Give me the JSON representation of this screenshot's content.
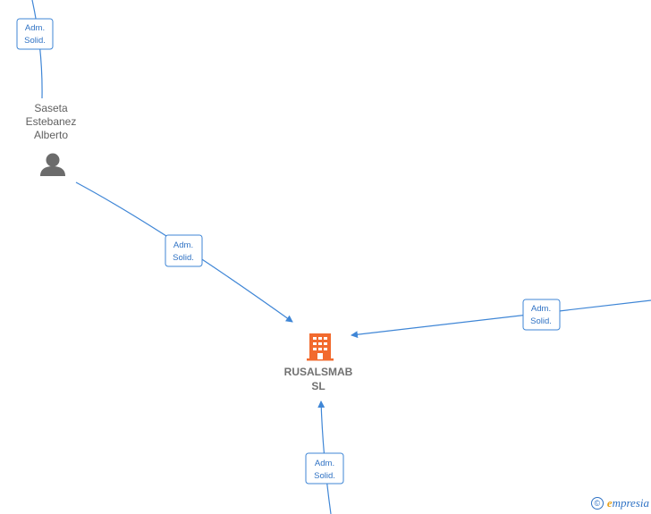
{
  "nodes": {
    "person": {
      "name_lines": [
        "Saseta",
        "Estebanez",
        "Alberto"
      ],
      "icon": "person-icon",
      "color": "#6b6b6b"
    },
    "company": {
      "name_lines": [
        "RUSALSMAB",
        "SL"
      ],
      "icon": "building-icon",
      "color": "#f26a2e"
    }
  },
  "edges": [
    {
      "id": "edge-top-to-person",
      "label": [
        "Adm.",
        "Solid."
      ]
    },
    {
      "id": "edge-person-to-company",
      "label": [
        "Adm.",
        "Solid."
      ]
    },
    {
      "id": "edge-right-to-company",
      "label": [
        "Adm.",
        "Solid."
      ]
    },
    {
      "id": "edge-bottom-to-company",
      "label": [
        "Adm.",
        "Solid."
      ]
    }
  ],
  "colors": {
    "edge": "#3f86d6",
    "node_text": "#5f5f5f"
  },
  "watermark": {
    "copyright_symbol": "©",
    "brand_initial": "e",
    "brand_rest": "mpresia"
  }
}
